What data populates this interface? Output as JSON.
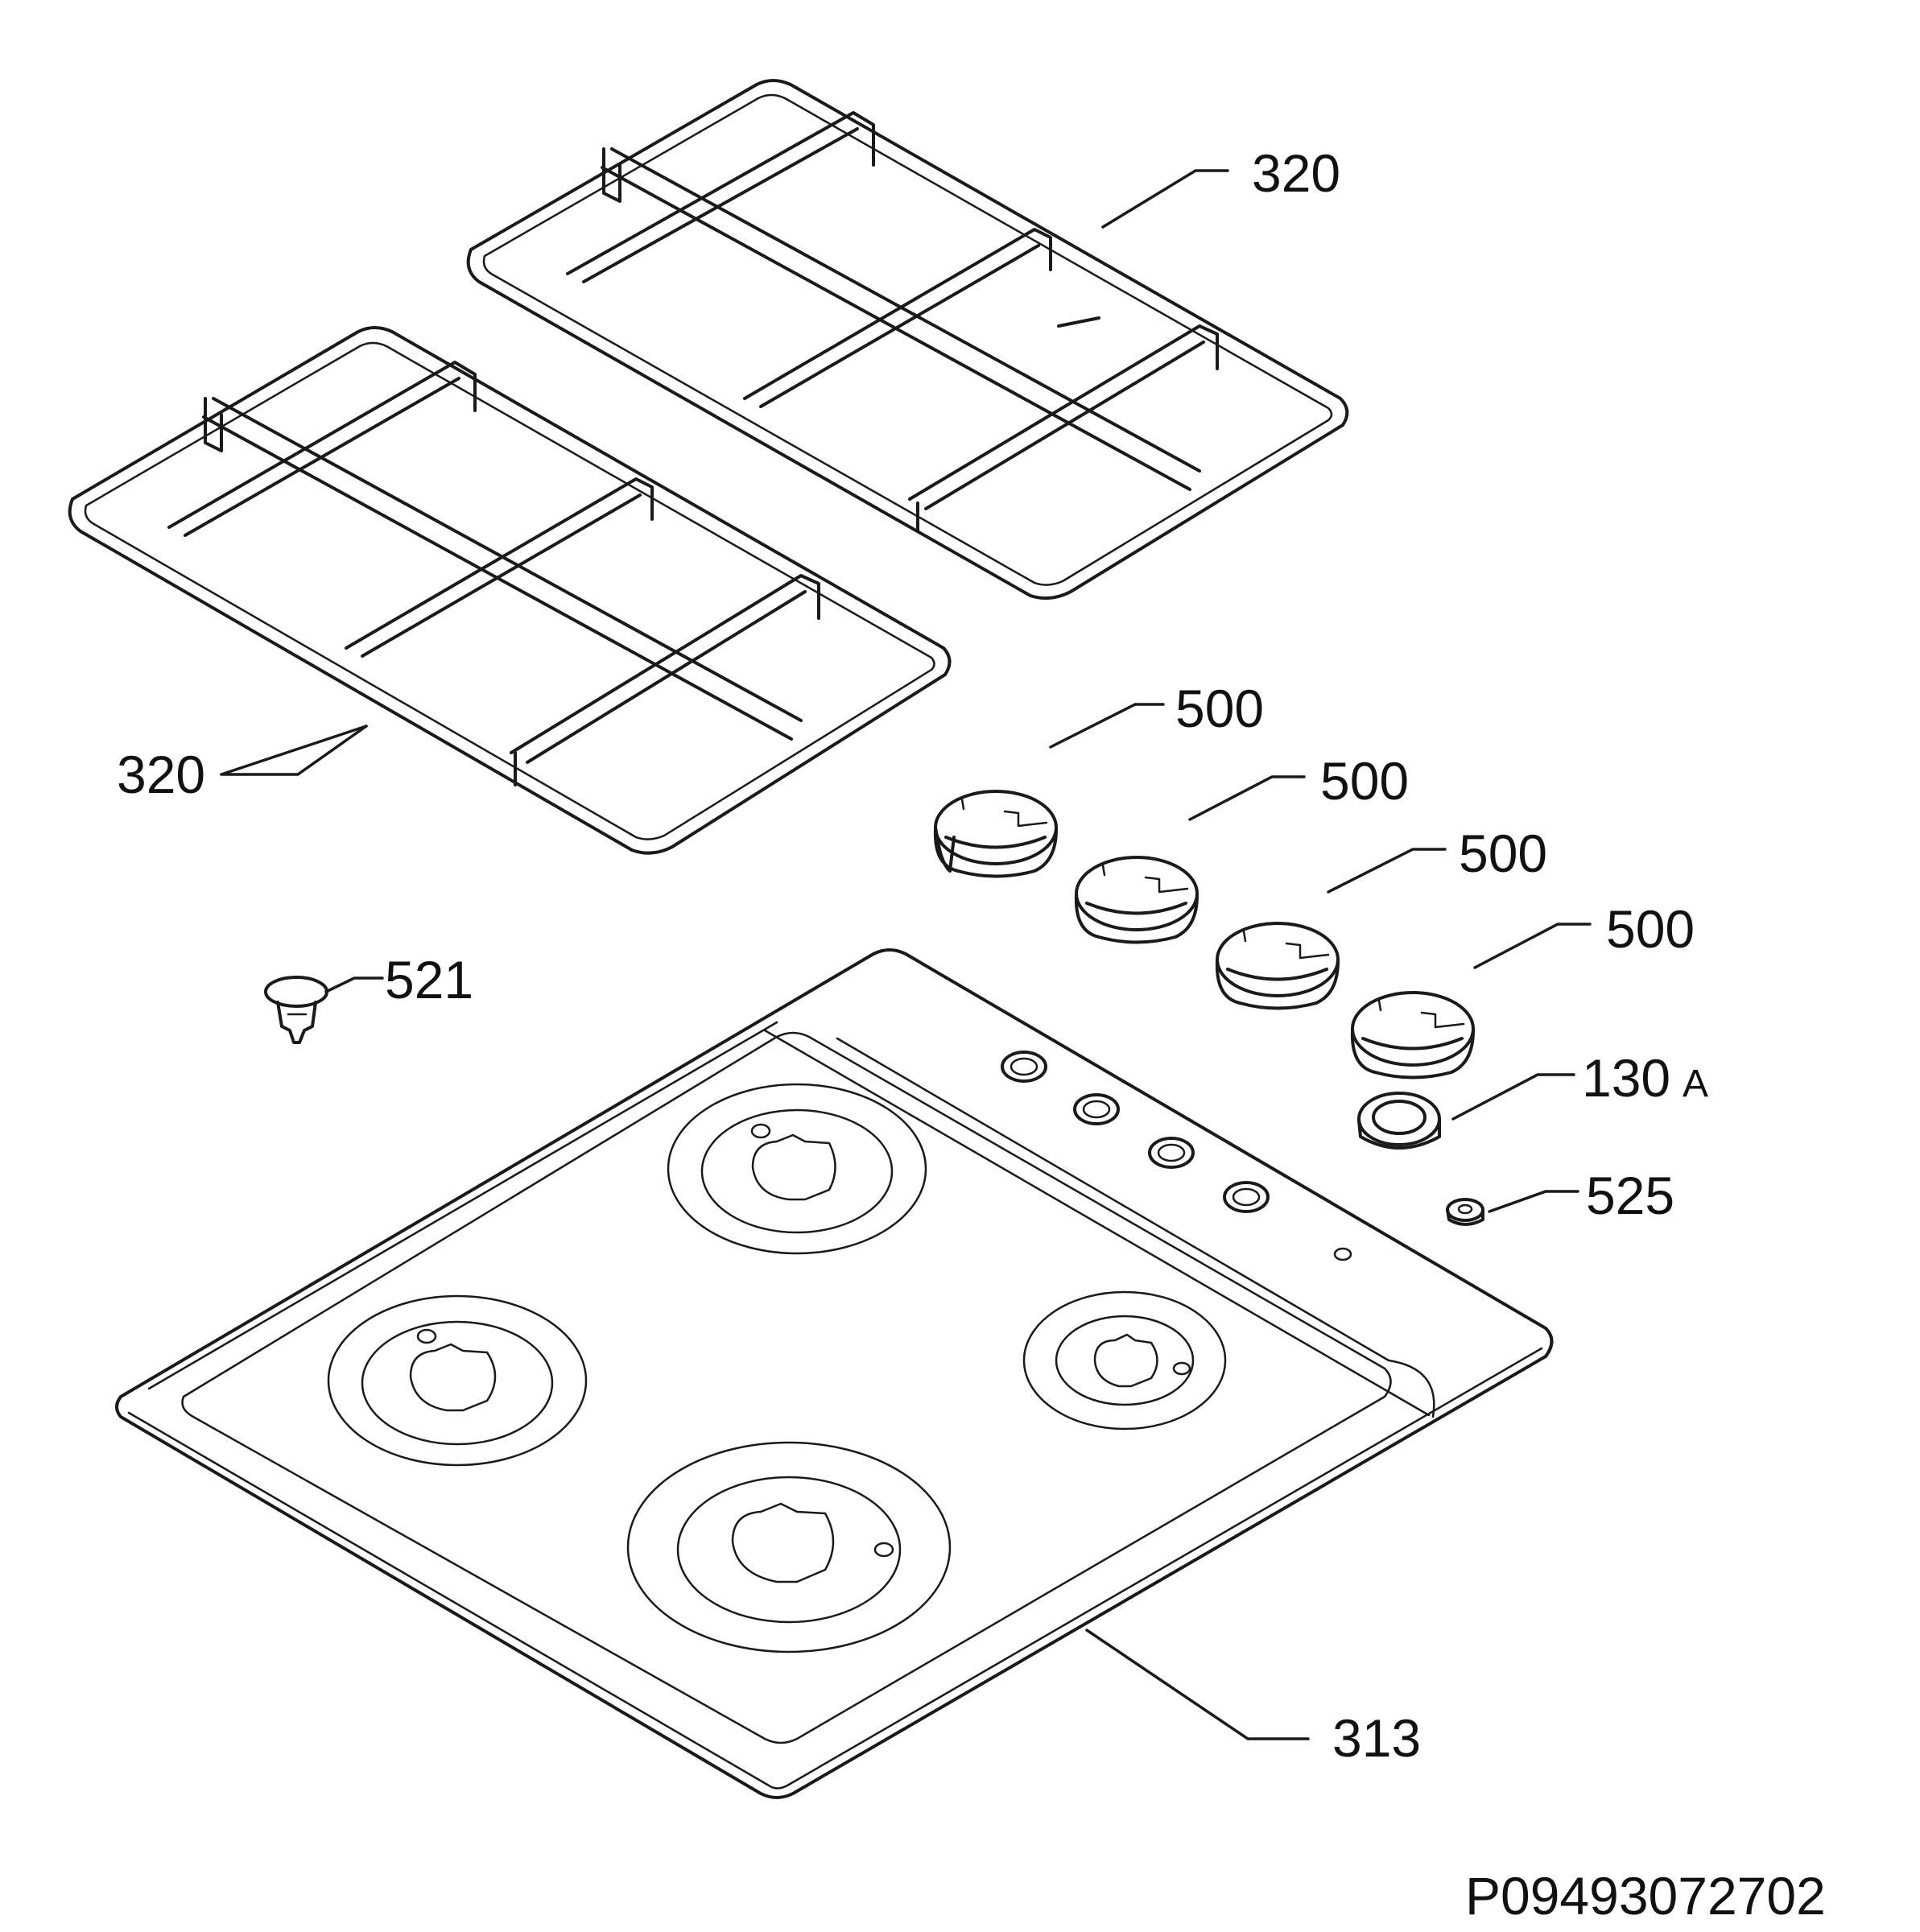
{
  "diagram": {
    "drawing_code": "P09493072702",
    "parts": [
      {
        "id": "grid-right",
        "number": "320",
        "suffix": ""
      },
      {
        "id": "grid-left",
        "number": "320",
        "suffix": ""
      },
      {
        "id": "knob-1",
        "number": "500",
        "suffix": ""
      },
      {
        "id": "knob-2",
        "number": "500",
        "suffix": ""
      },
      {
        "id": "knob-3",
        "number": "500",
        "suffix": ""
      },
      {
        "id": "knob-4",
        "number": "500",
        "suffix": ""
      },
      {
        "id": "clip",
        "number": "521",
        "suffix": ""
      },
      {
        "id": "seal",
        "number": "130",
        "suffix": "A"
      },
      {
        "id": "grommet",
        "number": "525",
        "suffix": ""
      },
      {
        "id": "hob-top",
        "number": "313",
        "suffix": ""
      }
    ]
  }
}
